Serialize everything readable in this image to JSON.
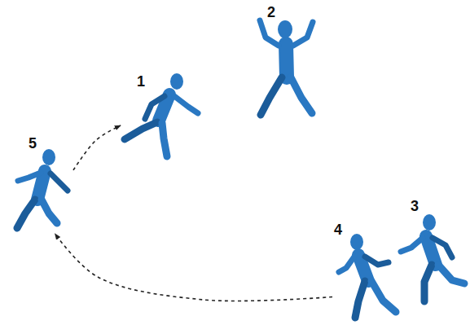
{
  "diagram": {
    "nodes": [
      {
        "text": [
          "1"
        ]
      },
      {
        "text": [
          "2"
        ]
      },
      {
        "text": [
          "3"
        ]
      },
      {
        "text": [
          "4"
        ]
      },
      {
        "text": [
          "5"
        ]
      }
    ],
    "edges": [
      {
        "from": 4,
        "to": 0,
        "arrow": "to"
      },
      {
        "from": 3,
        "to": 4,
        "arrow": "to"
      }
    ]
  }
}
